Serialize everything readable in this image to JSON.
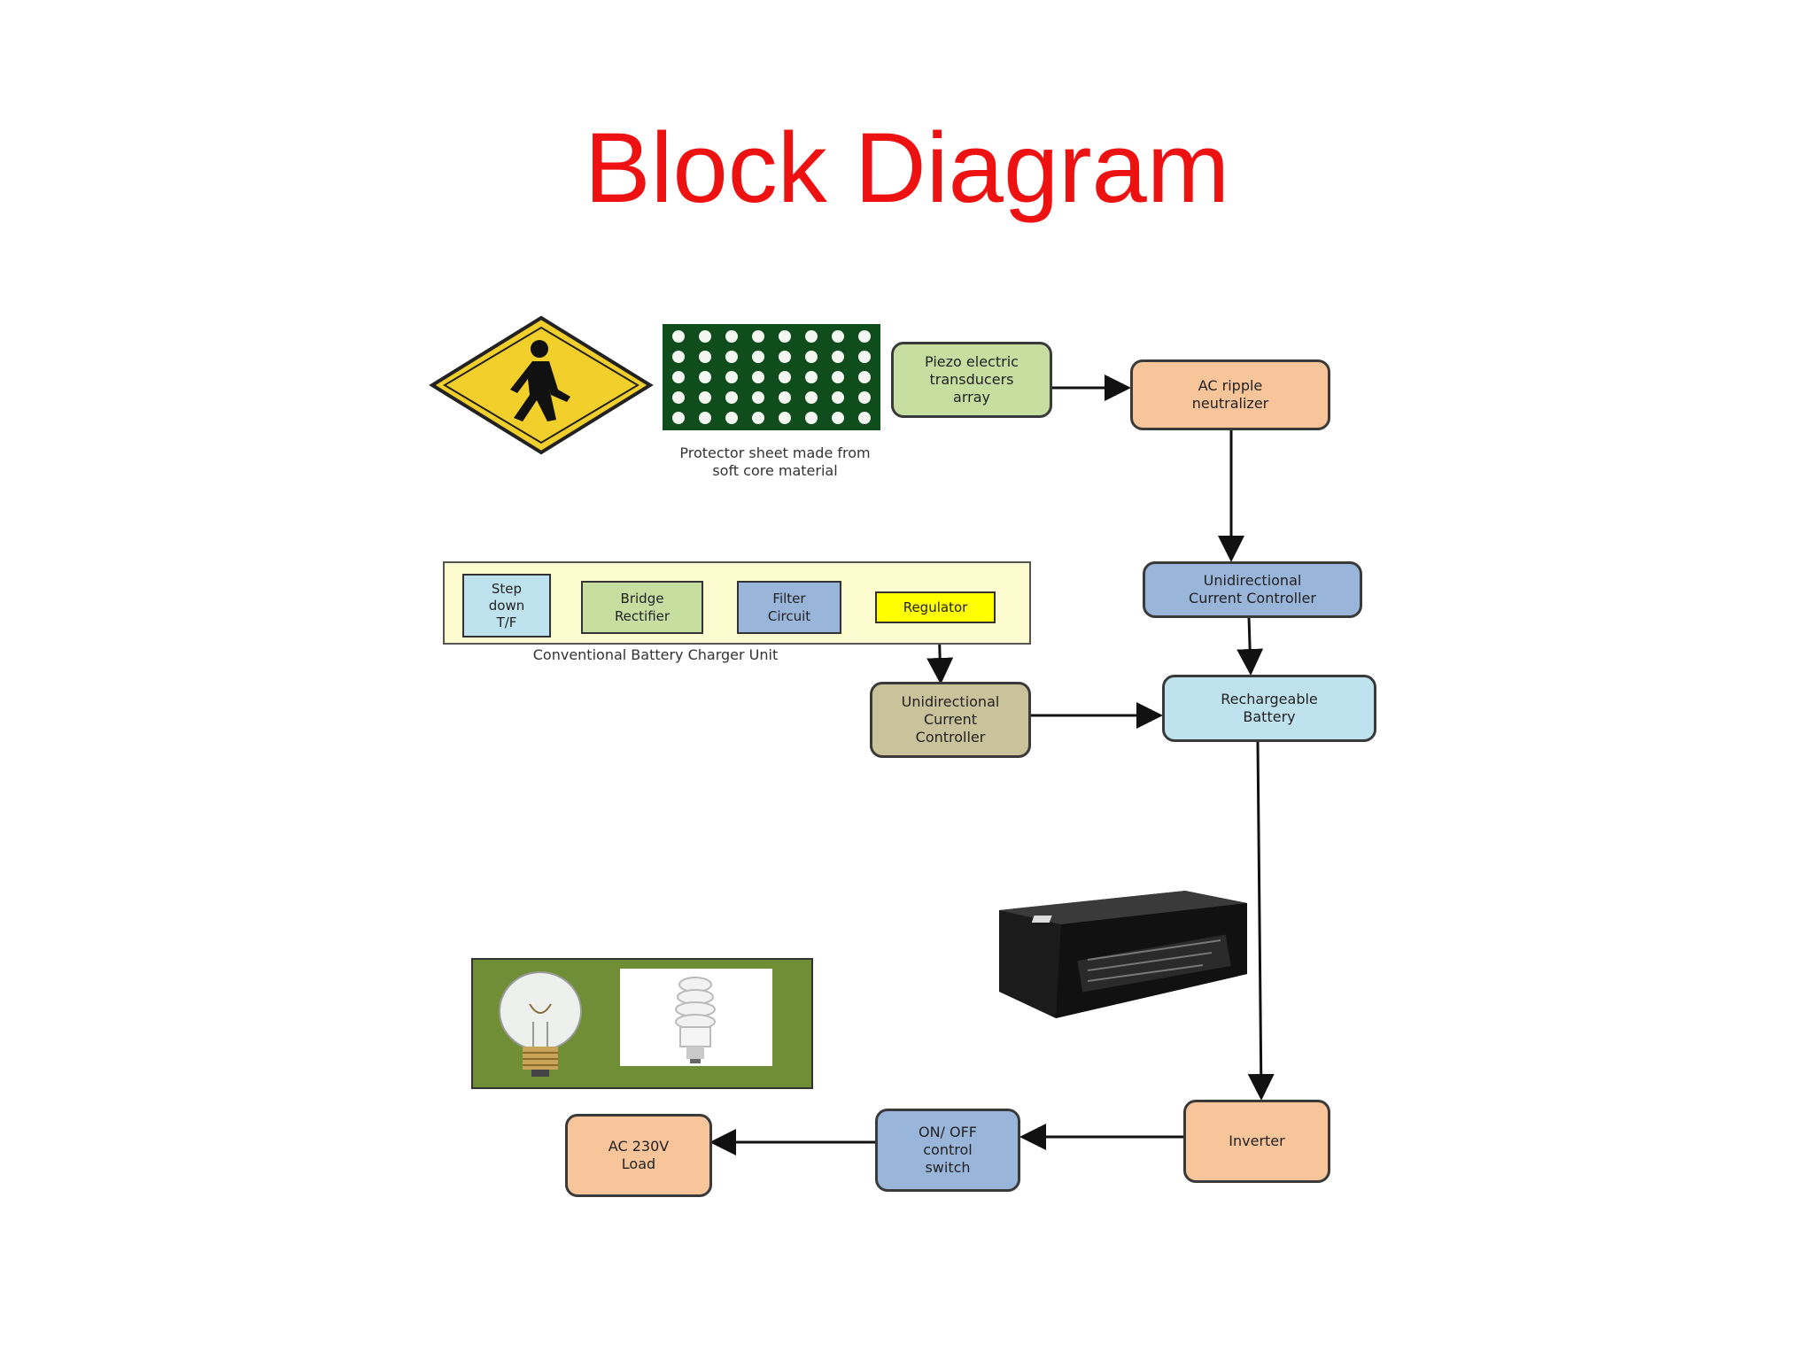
{
  "title": "Block Diagram",
  "images": {
    "pedestrian_sign": "pedestrian-crossing-sign",
    "protector_sheet": "perforated-protector-sheet",
    "battery": "sealed-lead-acid-battery",
    "lamps": "incandescent-and-cfl-bulbs"
  },
  "blocks": {
    "piezo": "Piezo electric\ntransducers\narray",
    "ac_ripple": "AC ripple\nneutralizer",
    "ucc_top": "Unidirectional\nCurrent Controller",
    "rechargeable": "Rechargeable\nBattery",
    "ucc_mid": "Unidirectional\nCurrent\nController",
    "step_down": "Step\ndown\nT/F",
    "bridge": "Bridge\nRectifier",
    "filter": "Filter\nCircuit",
    "regulator": "Regulator",
    "inverter": "Inverter",
    "onoff": "ON/ OFF\ncontrol\nswitch",
    "load": "AC 230V\nLoad"
  },
  "captions": {
    "protector": "Protector sheet made from\nsoft core material",
    "charger_unit": "Conventional Battery Charger Unit"
  },
  "colors": {
    "title": "#ee1111",
    "green_block": "#c6dea0",
    "orange_block": "#f8c49a",
    "blue_block": "#9ab5da",
    "light_blue_block": "#bfe3ee",
    "tan_block": "#c9c29a",
    "regulator_yellow": "#ffff00",
    "charger_panel": "#fbfbcf",
    "lamp_panel": "#6f8e35"
  }
}
